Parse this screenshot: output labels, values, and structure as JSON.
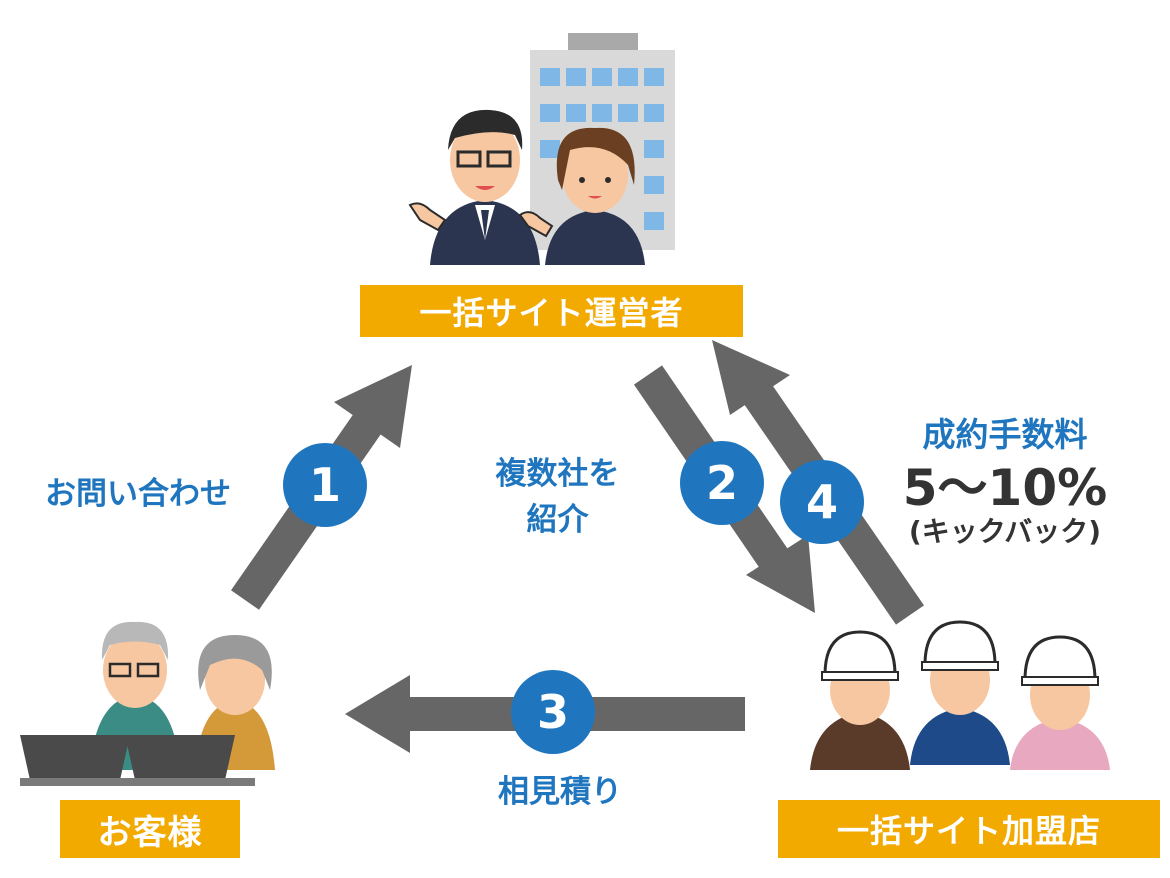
{
  "nodes": {
    "operator": {
      "label": "一括サイト運営者"
    },
    "customer": {
      "label": "お客様"
    },
    "member": {
      "label": "一括サイト加盟店"
    }
  },
  "steps": [
    {
      "number": "1",
      "text": "お問い合わせ"
    },
    {
      "number": "2",
      "text_line1": "複数社を",
      "text_line2": "紹介"
    },
    {
      "number": "3",
      "text": "相見積り"
    },
    {
      "number": "4",
      "text_line1": "成約手数料",
      "text_line2": "5〜10%",
      "text_line3": "(キックバック)"
    }
  ],
  "colors": {
    "accent_orange": "#f2a900",
    "badge_blue": "#1f76bf",
    "arrow_gray": "#666666"
  }
}
